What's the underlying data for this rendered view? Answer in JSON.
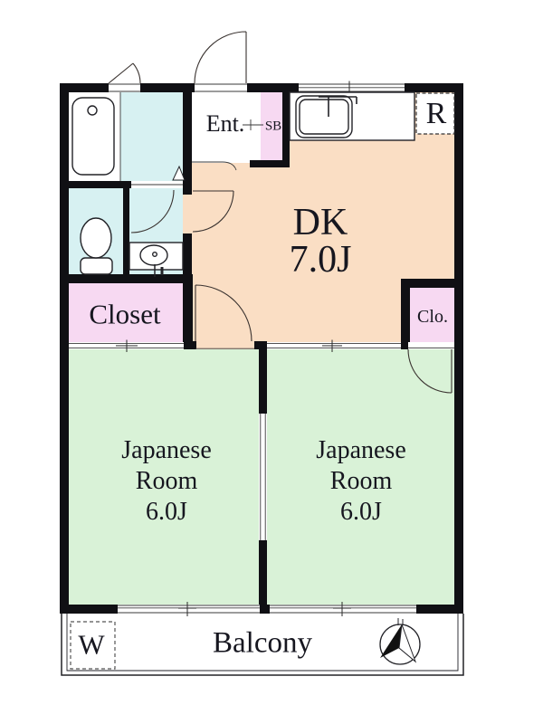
{
  "plan": {
    "colors": {
      "wall": "#101014",
      "dk_floor": "#FADEC4",
      "tatami_floor": "#D9F2D7",
      "wet_floor": "#D7F1F2",
      "closet_floor": "#F7D9F2",
      "text": "#16161F"
    },
    "rooms": {
      "entrance": {
        "label": "Ent."
      },
      "shoe_box": {
        "label": "SB"
      },
      "refrigerator_space": {
        "label": "R"
      },
      "dining_kitchen": {
        "label": "DK",
        "size": "7.0J"
      },
      "closet": {
        "label": "Closet"
      },
      "small_closet": {
        "label": "Clo."
      },
      "japanese_room_left": {
        "name_line1": "Japanese",
        "name_line2": "Room",
        "size": "6.0J"
      },
      "japanese_room_right": {
        "name_line1": "Japanese",
        "name_line2": "Room",
        "size": "6.0J"
      },
      "balcony": {
        "label": "Balcony"
      },
      "washing_machine_space": {
        "label": "W"
      }
    }
  }
}
